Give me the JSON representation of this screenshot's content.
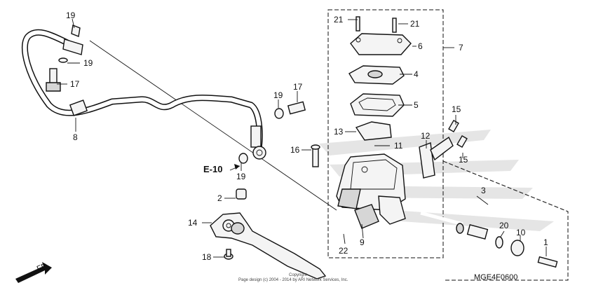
{
  "diagram": {
    "callouts": {
      "c1": "1",
      "c2": "2",
      "c3": "3",
      "c4": "4",
      "c5": "5",
      "c6": "6",
      "c7": "7",
      "c8": "8",
      "c9": "9",
      "c10": "10",
      "c11": "11",
      "c12": "12",
      "c13": "13",
      "c14": "14",
      "c15a": "15",
      "c15b": "15",
      "c16": "16",
      "c17a": "17",
      "c17b": "17",
      "c18": "18",
      "c19a": "19",
      "c19b": "19",
      "c19c": "19",
      "c19d": "19",
      "c20": "20",
      "c21a": "21",
      "c21b": "21",
      "c22": "22"
    },
    "reference": "E-10",
    "front_label": "FR.",
    "diagram_code": "MGE4F0600",
    "copyright_line1": "Copyright",
    "copyright_line2": "Page design (c) 2004 - 2014 by ARI Network Services, Inc.",
    "watermark_color": "#c9c9c9"
  }
}
